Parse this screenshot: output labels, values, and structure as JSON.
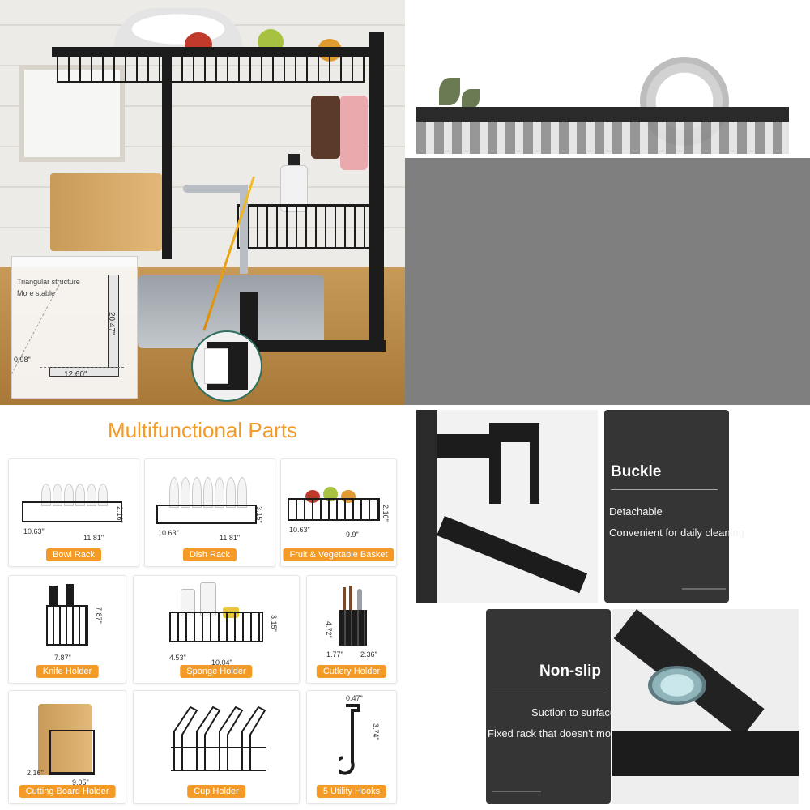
{
  "hero": {
    "inset_label_1": "Triangular structure",
    "inset_label_2": "More stable",
    "dim_height": "20.47\"",
    "dim_width": "12.60\"",
    "dim_small": "0.98\""
  },
  "parts": {
    "title": "Multifunctional Parts",
    "accent_color": "#f39a27",
    "items": [
      {
        "label": "Bowl Rack",
        "dims": [
          "10.63\"",
          "11.81\"",
          "2.16\""
        ]
      },
      {
        "label": "Dish Rack",
        "dims": [
          "10.63\"",
          "11.81\"",
          "3.15\""
        ]
      },
      {
        "label": "Fruit & Vegetable Basket",
        "dims": [
          "10.63\"",
          "9.9\"",
          "2.16\""
        ]
      },
      {
        "label": "Knife Holder",
        "dims": [
          "7.87\"",
          "7.87\""
        ]
      },
      {
        "label": "Sponge Holder",
        "dims": [
          "4.53\"",
          "10.04\"",
          "3.15\""
        ]
      },
      {
        "label": "Cutlery Holder",
        "dims": [
          "1.77\"",
          "2.36\"",
          "4.72\""
        ]
      },
      {
        "label": "Cutting Board Holder",
        "dims": [
          "2.16\"",
          "9.05\""
        ]
      },
      {
        "label": "Cup Holder",
        "dims": []
      },
      {
        "label": "5 Utility Hooks",
        "dims": [
          "0.47\"",
          "3.74\""
        ]
      }
    ]
  },
  "features": [
    {
      "title": "Buckle",
      "lines": [
        "Detachable",
        "Convenient for daily cleaning"
      ]
    },
    {
      "title": "Non-slip",
      "lines": [
        "Suction to surface",
        "Fixed rack that doesn't move"
      ]
    }
  ]
}
